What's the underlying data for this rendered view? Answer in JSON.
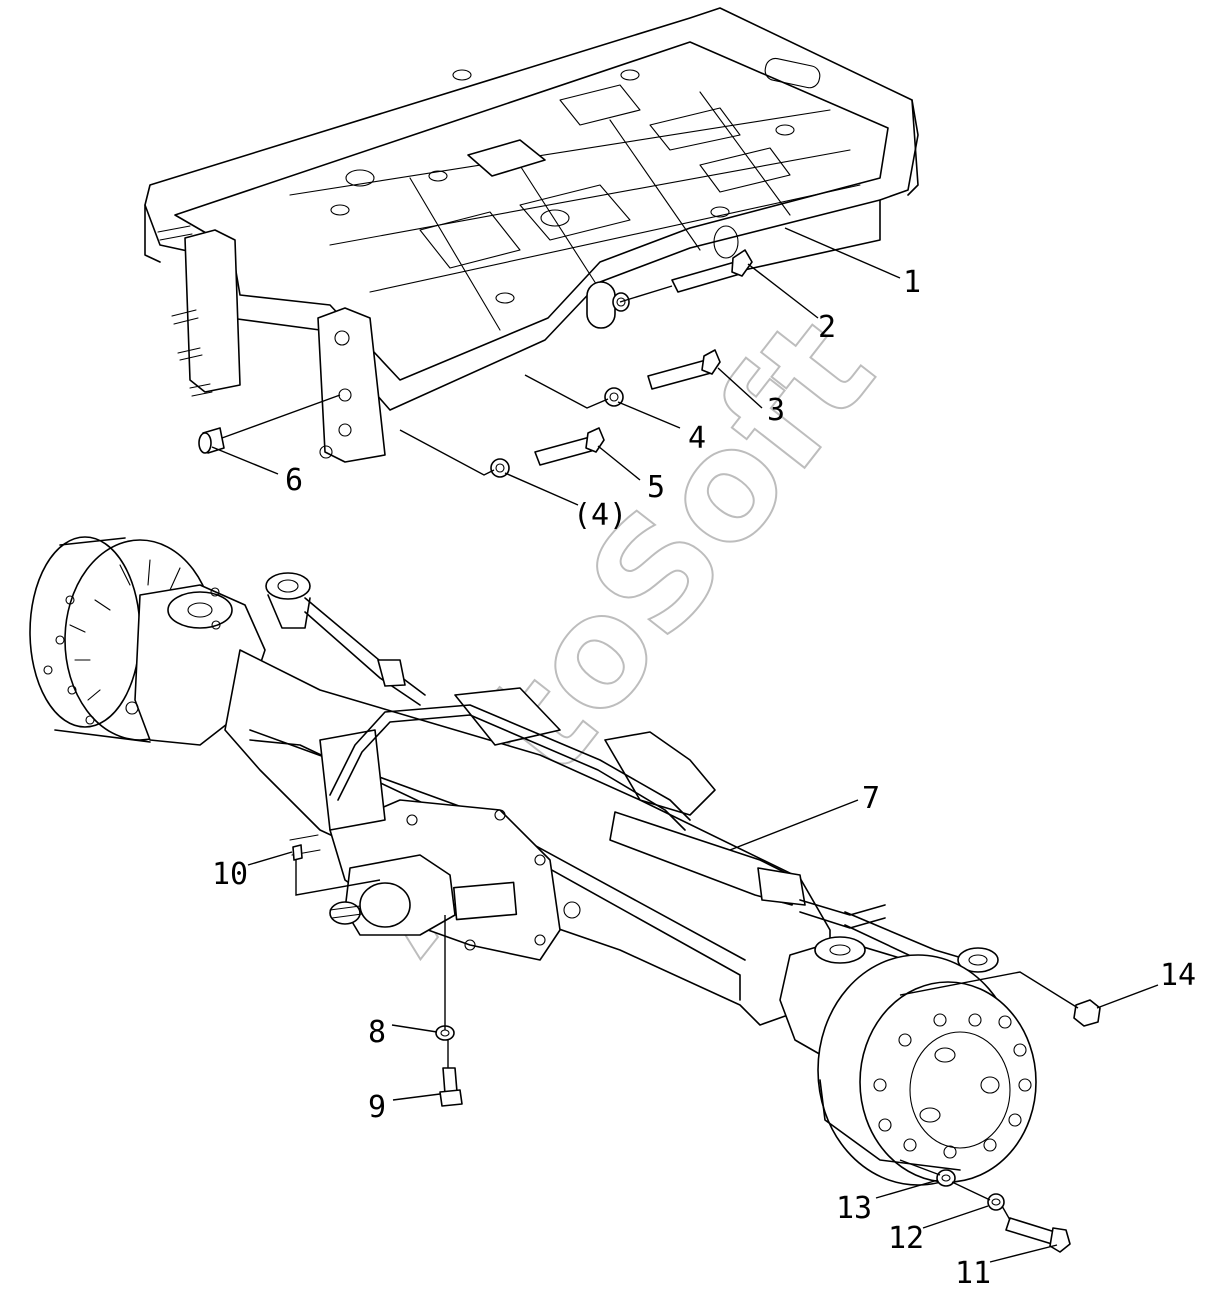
{
  "watermark": "AutoSoft",
  "callouts": [
    {
      "id": "c1",
      "label": "1"
    },
    {
      "id": "c2",
      "label": "2"
    },
    {
      "id": "c3",
      "label": "3"
    },
    {
      "id": "c4",
      "label": "4"
    },
    {
      "id": "c4b",
      "label": "(4)"
    },
    {
      "id": "c5",
      "label": "5"
    },
    {
      "id": "c6",
      "label": "6"
    },
    {
      "id": "c7",
      "label": "7"
    },
    {
      "id": "c8",
      "label": "8"
    },
    {
      "id": "c9",
      "label": "9"
    },
    {
      "id": "c10",
      "label": "10"
    },
    {
      "id": "c11",
      "label": "11"
    },
    {
      "id": "c12",
      "label": "12"
    },
    {
      "id": "c13",
      "label": "13"
    },
    {
      "id": "c14",
      "label": "14"
    }
  ]
}
